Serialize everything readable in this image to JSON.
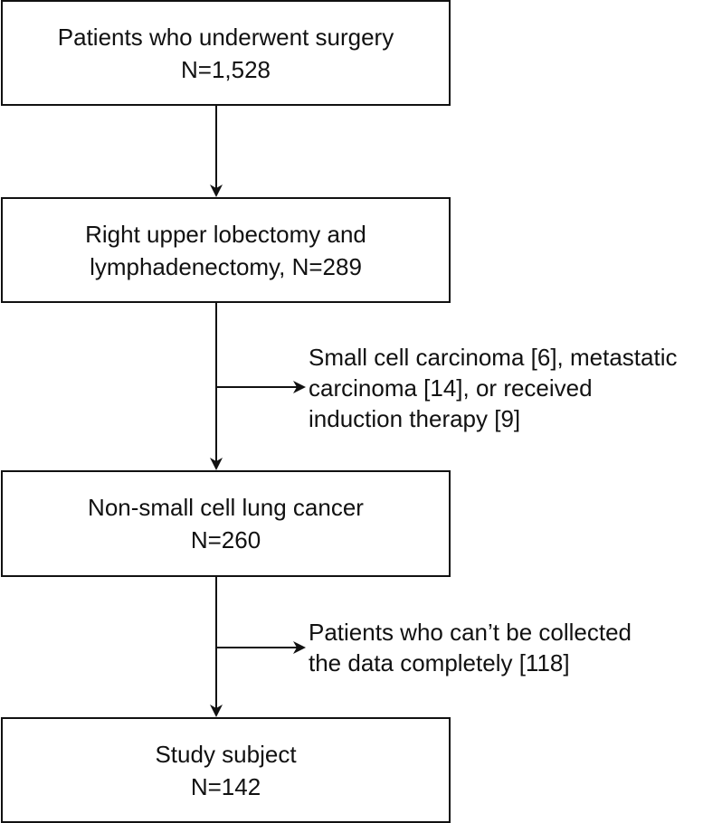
{
  "boxes": [
    {
      "line1": "Patients who underwent surgery",
      "line2": "N=1,528"
    },
    {
      "line1": "Right upper lobectomy and",
      "line2": "lymphadenectomy, N=289"
    },
    {
      "line1": "Non-small cell lung cancer",
      "line2": "N=260"
    },
    {
      "line1": "Study subject",
      "line2": "N=142"
    }
  ],
  "exclusions": [
    {
      "line1": "Small cell carcinoma [6], metastatic",
      "line2": "carcinoma [14], or received",
      "line3": "induction therapy [9]"
    },
    {
      "line1": "Patients who can’t be collected",
      "line2": "the data completely [118]"
    }
  ],
  "colors": {
    "stroke": "#111111",
    "background": "#ffffff"
  }
}
